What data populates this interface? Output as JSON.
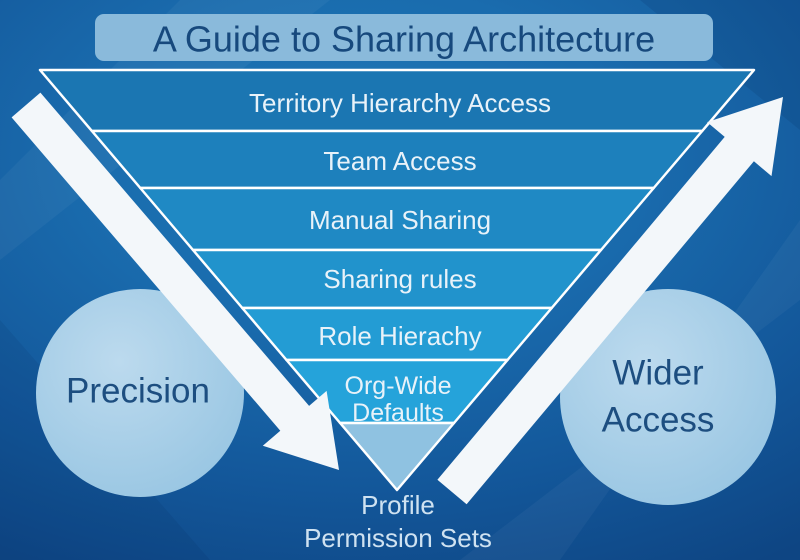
{
  "title": "A Guide to Sharing Architecture",
  "funnel": {
    "layers": [
      {
        "label": "Territory Hierarchy Access",
        "color": "#1b76b2"
      },
      {
        "label": "Team Access",
        "color": "#1d80bc"
      },
      {
        "label": "Manual Sharing",
        "color": "#1f89c4"
      },
      {
        "label": "Sharing rules",
        "color": "#2193cc"
      },
      {
        "label": "Role Hierachy",
        "color": "#239cd4"
      },
      {
        "label": "Org-Wide Defaults",
        "line1": "Org-Wide",
        "line2": "Defaults",
        "color": "#25a3da"
      }
    ],
    "tip_color": "#8fc2e1",
    "base_label": {
      "line1": "Profile",
      "line2": "Permission Sets"
    }
  },
  "left_bubble": {
    "label": "Precision"
  },
  "right_bubble": {
    "line1": "Wider",
    "line2": "Access"
  },
  "colors": {
    "background_center": "#1e78b6",
    "background_edge": "#0e4583",
    "title_box": "#8abadb",
    "title_text": "#17497d",
    "band_text": "#e8f2f9",
    "bubble_fill_light": "#bcdaee",
    "bubble_fill_dark": "#97c5e2",
    "bubble_text": "#1d4e80",
    "arrow": "#f3f7fa",
    "outline": "#ffffff",
    "base_text": "#cfe2f1"
  }
}
